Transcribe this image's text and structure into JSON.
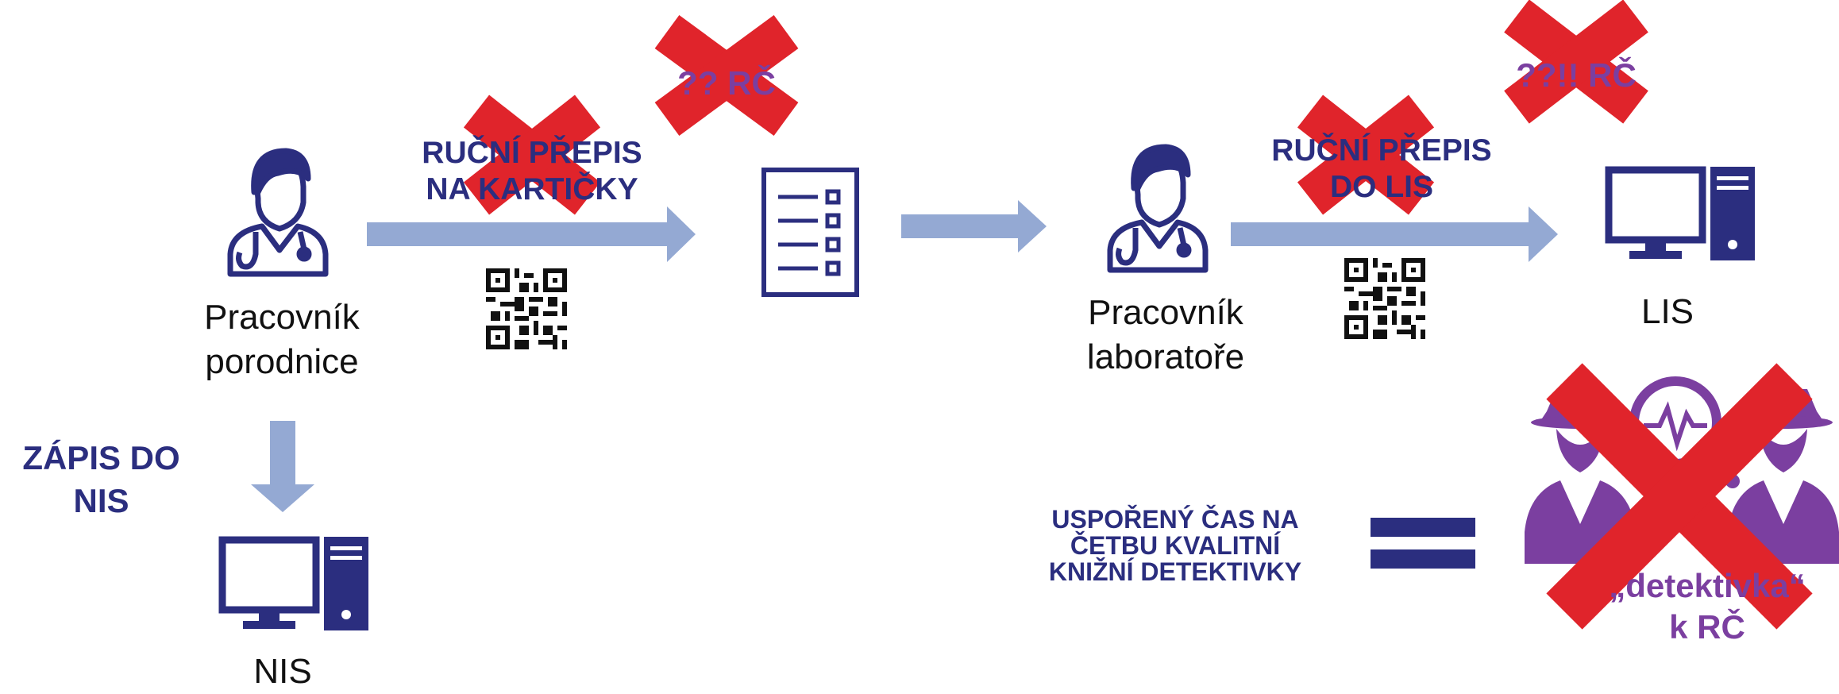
{
  "nodes": {
    "worker_maternity": {
      "line1": "Pracovník",
      "line2": "porodnice"
    },
    "worker_lab": {
      "line1": "Pracovník",
      "line2": "laboratoře"
    },
    "nis": {
      "label": "NIS"
    },
    "lis": {
      "label": "LIS"
    }
  },
  "edges": {
    "manual_to_cards": {
      "line1": "RUČNÍ PŘEPIS",
      "line2": "NA KARTIČKY"
    },
    "manual_to_lis": {
      "line1": "RUČNÍ PŘEPIS",
      "line2": "DO LIS"
    },
    "write_to_nis": {
      "line1": "ZÁPIS DO",
      "line2": "NIS"
    }
  },
  "crossed_notes": {
    "rc_unknown": "?? RČ",
    "rc_unknown_2": "??!! RČ"
  },
  "saved_time": {
    "line1": "USPOŘENÝ ČAS NA",
    "line2": "ČETBU KVALITNÍ",
    "line3": "KNIŽNÍ DETEKTIVKY"
  },
  "detective": {
    "line1": "„detektivka“",
    "line2": "k RČ"
  },
  "colors": {
    "navy": "#2b2e7f",
    "arrow": "#94a9d3",
    "cross": "#e0242b",
    "purple": "#7b3fa0"
  }
}
